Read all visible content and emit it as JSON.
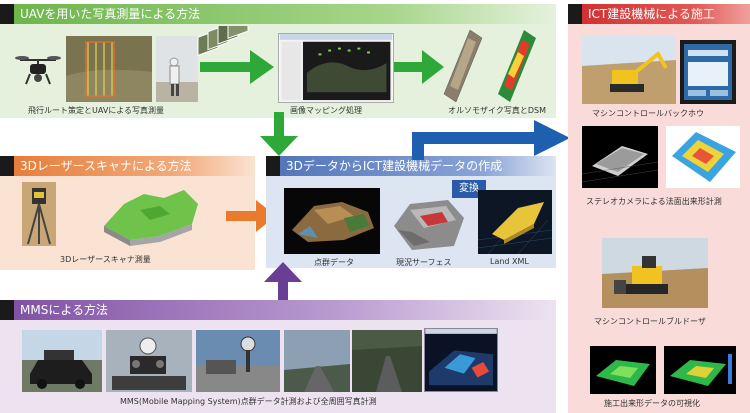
{
  "uav": {
    "title": "UAVを用いた写真測量による方法",
    "caption_flight": "飛行ルート策定とUAVによる写真測量",
    "caption_mapping": "画像マッピング処理",
    "caption_ortho": "オルソモザイク写真とDSM"
  },
  "laser": {
    "title": "3Dレーザースキャナによる方法",
    "caption": "3Dレーザースキャナ測量"
  },
  "data3d": {
    "title": "3DデータからICT建設機械データの作成",
    "convert_label": "変換",
    "caption_pointcloud": "点群データ",
    "caption_surface": "現況サーフェス",
    "caption_landxml": "Land XML"
  },
  "mms": {
    "title": "MMSによる方法",
    "caption": "MMS(Mobile Mapping System)点群データ計測および全周囲写真計測"
  },
  "ict": {
    "title": "ICT建設機械による施工",
    "caption_backhoe": "マシンコントロールバックホウ",
    "caption_stereo": "ステレオカメラによる法面出来形計測",
    "caption_bulldozer": "マシンコントロールブルドーザ",
    "caption_visual": "施工出来形データの可視化"
  },
  "colors": {
    "uav_bg": "#e6f1dd",
    "uav_header": "#7cc05b",
    "laser_bg": "#fbe3d3",
    "laser_header": "#ec8a4c",
    "data3d_bg": "#dde4f2",
    "data3d_header": "#6a8bc5",
    "mms_bg": "#ede3f0",
    "mms_header": "#9a72b8",
    "ict_bg": "#f9dcd9",
    "ict_header": "#d8383a",
    "arrow_green": "#2fa83a",
    "arrow_orange": "#ea7a2e",
    "arrow_purple": "#6b3e95",
    "arrow_blue": "#1f5fb0"
  }
}
